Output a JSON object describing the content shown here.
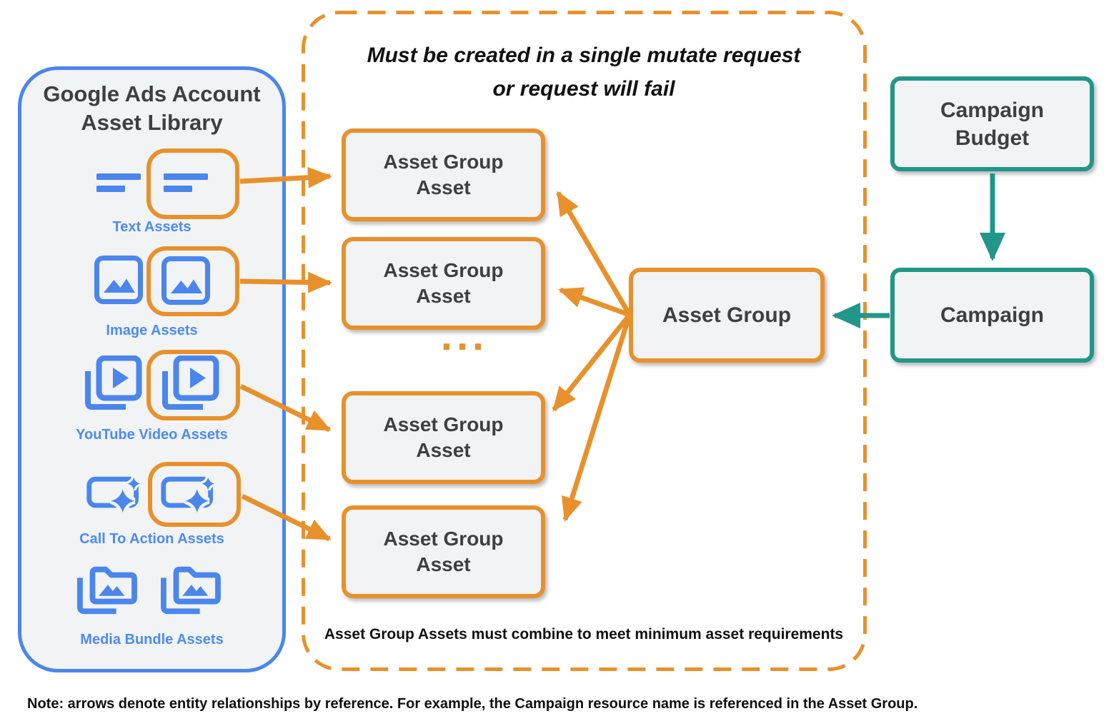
{
  "library": {
    "title": "Google Ads Account\nAsset Library",
    "items": [
      {
        "label": "Text Assets",
        "icon": "text-assets-icon"
      },
      {
        "label": "Image Assets",
        "icon": "image-assets-icon"
      },
      {
        "label": "YouTube Video  Assets",
        "icon": "youtube-video-assets-icon"
      },
      {
        "label": "Call To Action Assets",
        "icon": "call-to-action-assets-icon"
      },
      {
        "label": "Media Bundle  Assets",
        "icon": "media-bundle-assets-icon"
      }
    ]
  },
  "mutate_box": {
    "title": "Must be created in a single mutate request\nor request will fail",
    "requirement": "Asset Group Assets must combine to meet minimum asset requirements"
  },
  "boxes": {
    "asset_group_asset": "Asset Group\nAsset",
    "ellipsis": "...",
    "asset_group": "Asset Group",
    "campaign_budget": "Campaign\nBudget",
    "campaign": "Campaign"
  },
  "note": {
    "text": "Note: arrows denote entity relationships by reference. For example, the Campaign resource name is referenced in the Asset Group."
  },
  "colors": {
    "orange": "#E8912C",
    "icon_blue": "#4A86EC",
    "label_blue": "#4C8BF5",
    "teal": "#21968A",
    "box_fill": "#F1F3F4",
    "dark_text": "#3C4043",
    "black_text": "#111111"
  }
}
